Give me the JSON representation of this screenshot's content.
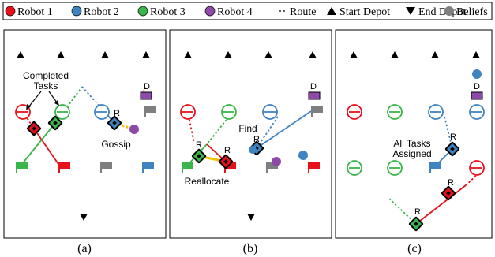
{
  "legend": {
    "robot1": "Robot 1",
    "robot2": "Robot 2",
    "robot3": "Robot 3",
    "robot4": "Robot 4",
    "route": "Route",
    "start_depot": "Start Depot",
    "end_depot": "End Depot",
    "beliefs": "Beliefs"
  },
  "colors": {
    "robot1": "#e8111a",
    "robot2": "#3f83c0",
    "robot3": "#3ab54a",
    "robot4": "#8e4aa8",
    "belief": "#7f7f7f",
    "dark": "#000000",
    "gossip": "#f2c200"
  },
  "panel_a": {
    "caption": "(a)",
    "completed_tasks_line1": "Completed",
    "completed_tasks_line2": "Tasks",
    "gossip": "Gossip",
    "d_label": "D",
    "r_label": "R"
  },
  "panel_b": {
    "caption": "(b)",
    "reallocate": "Reallocate",
    "find": "Find",
    "d_label": "D",
    "r1": "R",
    "r2": "R",
    "r3": "R"
  },
  "panel_c": {
    "caption": "(c)",
    "all_tasks_line1": "All Tasks",
    "all_tasks_line2": "Assigned",
    "d_label": "D",
    "r1": "R",
    "r2": "R",
    "r3": "R"
  }
}
